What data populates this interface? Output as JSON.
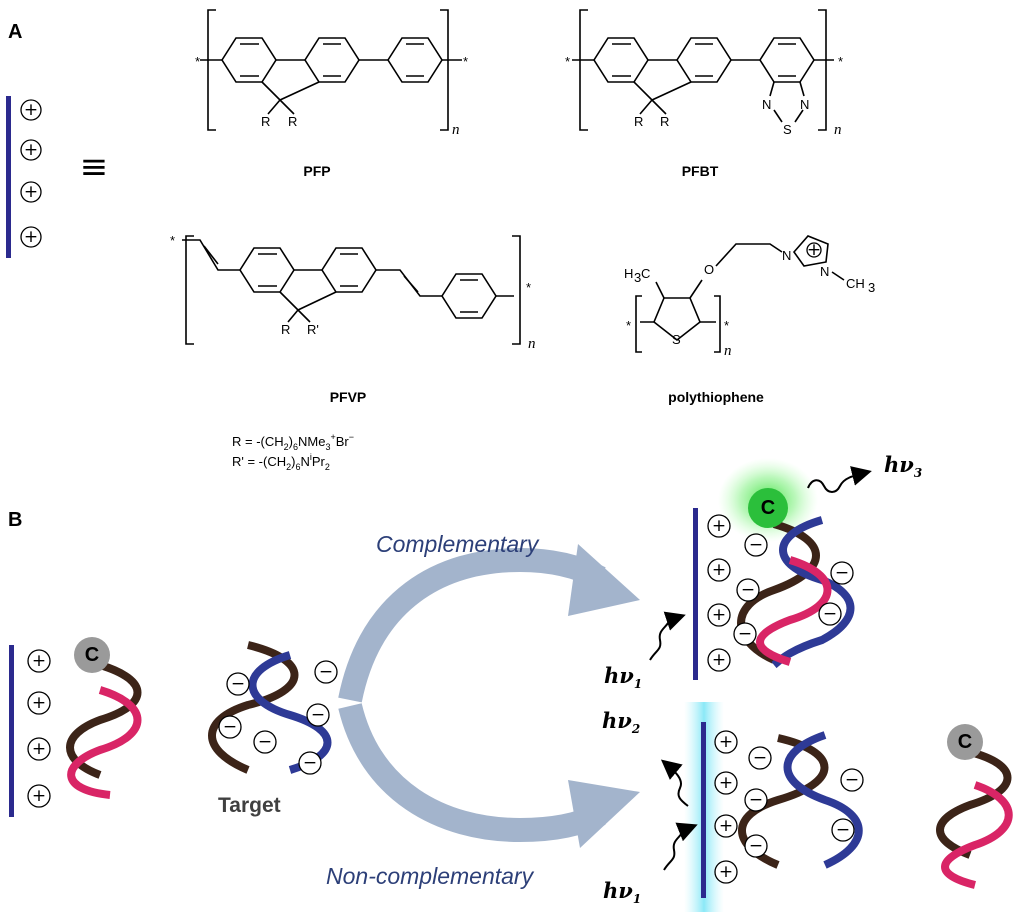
{
  "panel_a": {
    "letter": "A",
    "compounds": {
      "pfp": "PFP",
      "pfbt": "PFBT",
      "pfvp": "PFVP",
      "polythiophene": "polythiophene"
    },
    "repeat_symbol": "n",
    "end_group": "*",
    "equivalence_symbol": "≡",
    "substituent_r": "R",
    "substituent_r_prime": "R'",
    "thiadiazole_n": "N",
    "thiadiazole_s": "S",
    "thiophene_s": "S",
    "ether_o": "O",
    "imidazolium_n": "N",
    "imidazolium_charge": "+",
    "methyl_h": "H",
    "methyl_c": "C",
    "methyl_3": "3",
    "methyl_right_ch": "CH",
    "r_definition": {
      "lhs": "R  = -(CH",
      "sub1": "2",
      "mid": ")",
      "sub2": "6",
      "rest": "NMe",
      "sub3": "3",
      "sup": "+",
      "end": "Br",
      "sup2": "−"
    },
    "rprime_definition": {
      "lhs": "R' = -(CH",
      "sub1": "2",
      "mid": ")",
      "sub2": "6",
      "rest": "N",
      "sup": "i",
      "end": "Pr",
      "sub3": "2"
    }
  },
  "panel_b": {
    "letter": "B",
    "complementary_label": "Complementary",
    "non_complementary_label": "Non-complementary",
    "target_label": "Target",
    "probe_label": "C",
    "plus_sign": "+",
    "minus_sign": "−",
    "hv": "hν",
    "hv1_sub": "1",
    "hv2_sub": "2",
    "hv3_sub": "3"
  },
  "colors": {
    "polymer": "#2b2a8e",
    "dna_brown": "#3c2418",
    "dna_pink": "#d92566",
    "dna_blue": "#2e3a96",
    "arrow": "#a3b4cc",
    "glow_green": "#33cc33",
    "glow_cyan": "#8fe8f5",
    "probe_grey": "#9a9a9a",
    "probe_green": "#2bbf3b"
  }
}
